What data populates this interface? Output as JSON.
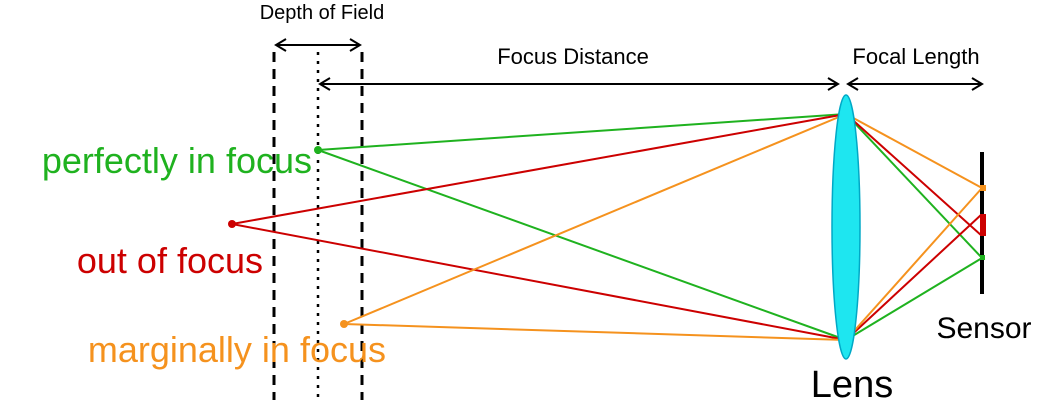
{
  "labels": {
    "depth_of_field": "Depth of Field",
    "focus_distance": "Focus Distance",
    "focal_length": "Focal Length",
    "perfectly_in_focus": "perfectly in focus",
    "out_of_focus": "out of focus",
    "marginally_in_focus": "marginally in focus",
    "sensor": "Sensor",
    "lens": "Lens"
  },
  "colors": {
    "green": "#1fb21f",
    "red": "#cc0000",
    "orange": "#f5921e",
    "lens_fill": "#1ee6f0",
    "lens_stroke": "#00a8c6",
    "ink": "#000000"
  }
}
